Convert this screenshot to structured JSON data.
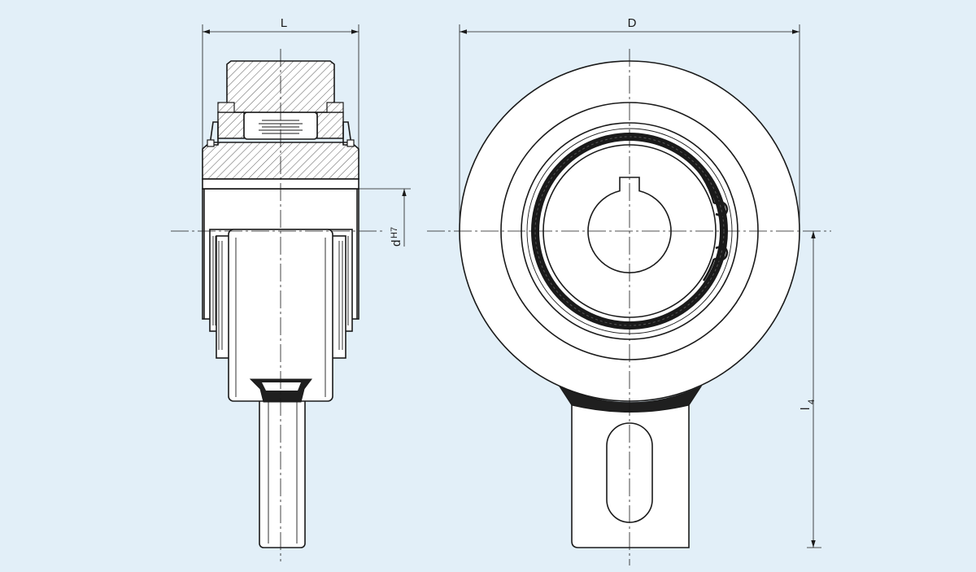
{
  "dimensions": {
    "length_label": "L",
    "diameter_label": "D",
    "bore_label": "d",
    "bore_tolerance": "H7",
    "arm_length_label": "l",
    "arm_length_subscript": "4"
  }
}
